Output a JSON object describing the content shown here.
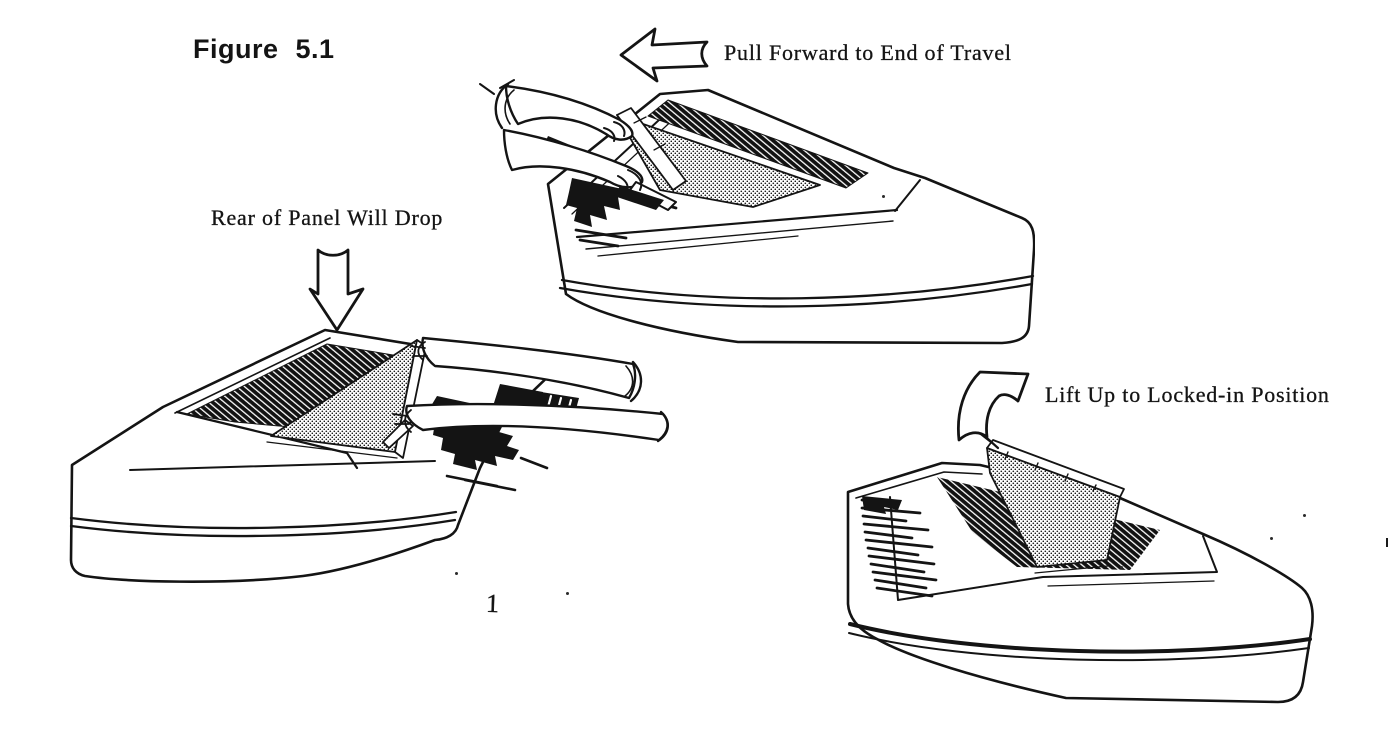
{
  "page": {
    "paper_color": "#ffffff",
    "ink_color": "#141414",
    "kind": "scanned manual figure"
  },
  "figure": {
    "label": "Figure 5.1"
  },
  "annotations": {
    "pull_forward": {
      "text": "Pull Forward to End of Travel",
      "arrow": "left-block-arrow"
    },
    "rear_drop": {
      "text": "Rear of Panel Will Drop",
      "arrow": "down-block-arrow"
    },
    "lift_up": {
      "text": "Lift Up to Locked-in Position",
      "arrow": "curved-up-arrow"
    }
  },
  "illustrations": {
    "pull": {
      "name": "console-hands-pulling-panel-forward"
    },
    "drop": {
      "name": "console-panel-rear-dropping"
    },
    "lift": {
      "name": "console-panel-locked-upright"
    }
  },
  "marks": {
    "stray": "1"
  }
}
